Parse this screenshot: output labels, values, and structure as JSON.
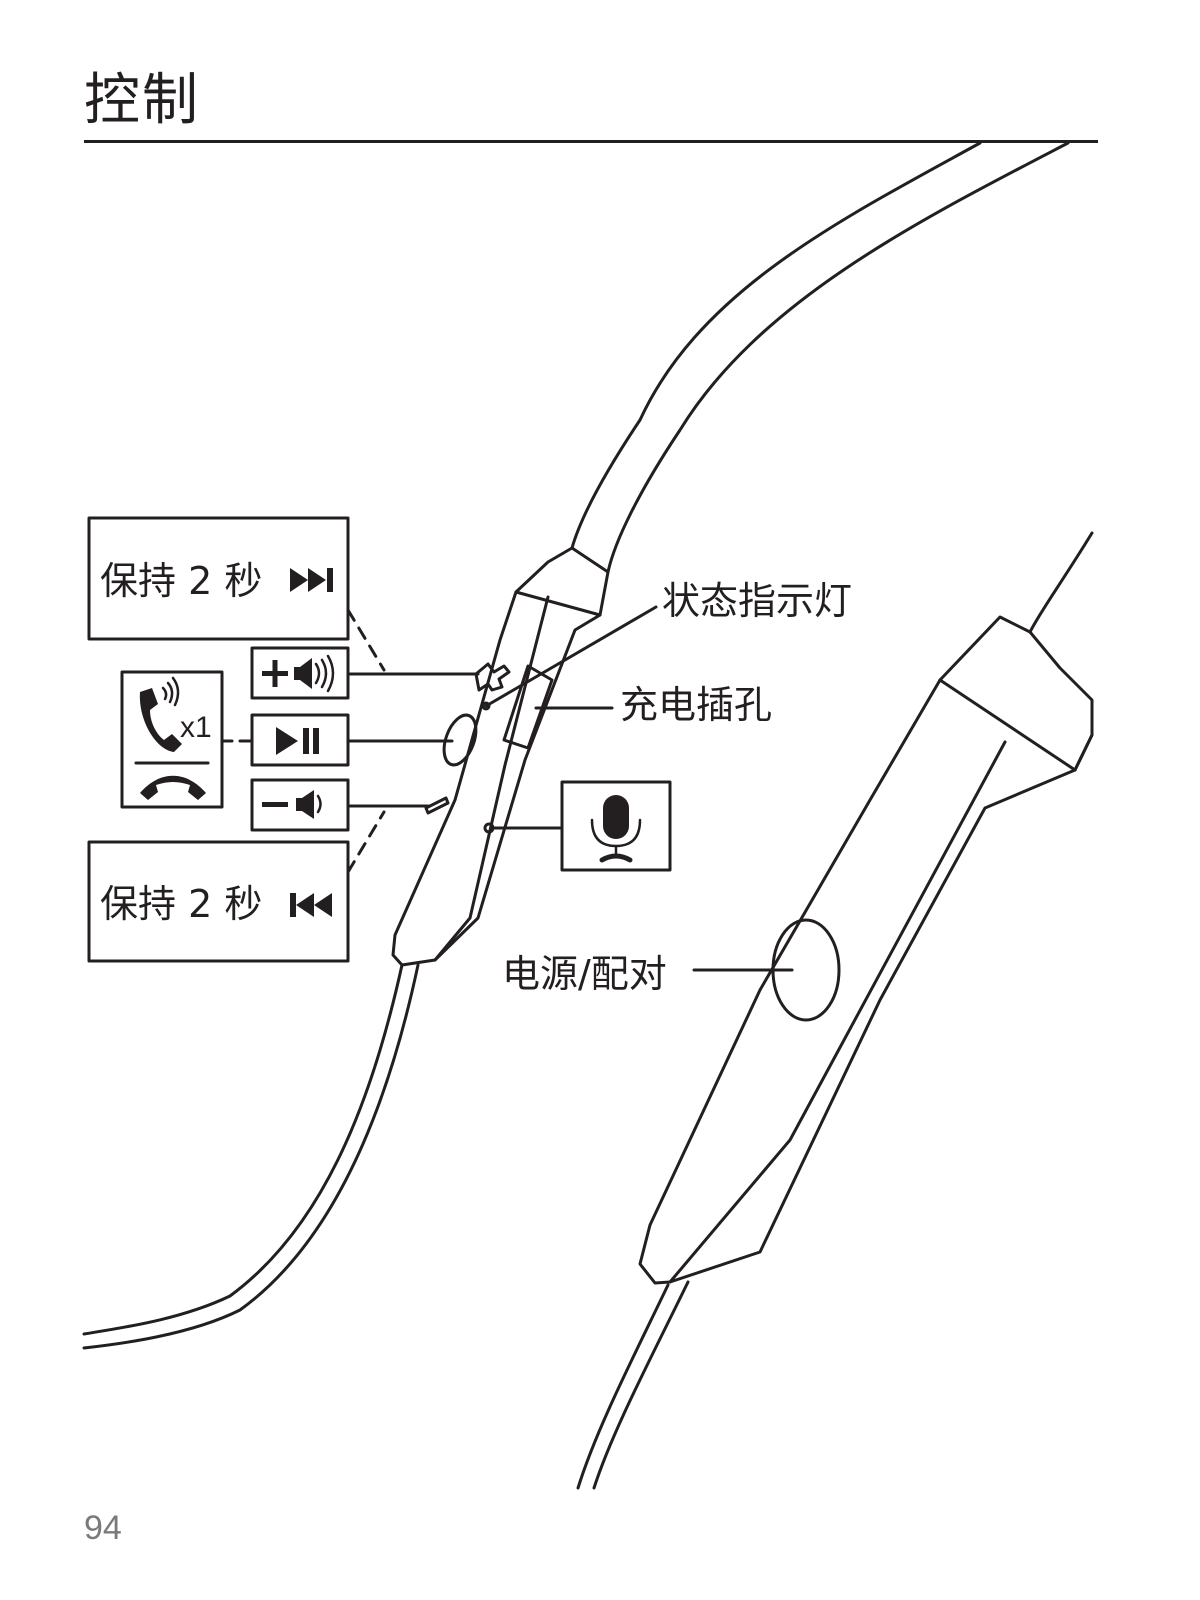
{
  "page": {
    "title": "控制",
    "page_number": "94"
  },
  "callouts": {
    "hold_next": {
      "text": "保持 2 秒",
      "icon": "next-track-icon"
    },
    "hold_prev": {
      "text": "保持 2 秒",
      "icon": "previous-track-icon"
    },
    "volume_up": {
      "icon": "volume-up-icon"
    },
    "play_pause": {
      "icon": "play-pause-icon"
    },
    "volume_down": {
      "icon": "volume-down-icon"
    },
    "call": {
      "press_count": "x1",
      "icon_top": "incoming-call-icon",
      "icon_bottom": "end-call-icon"
    },
    "microphone": {
      "icon": "microphone-icon"
    },
    "status_light": "状态指示灯",
    "charging_port": "充电插孔",
    "power_pairing": "电源/配对"
  },
  "colors": {
    "line": "#231f20",
    "page_number": "#7a7a7a"
  }
}
